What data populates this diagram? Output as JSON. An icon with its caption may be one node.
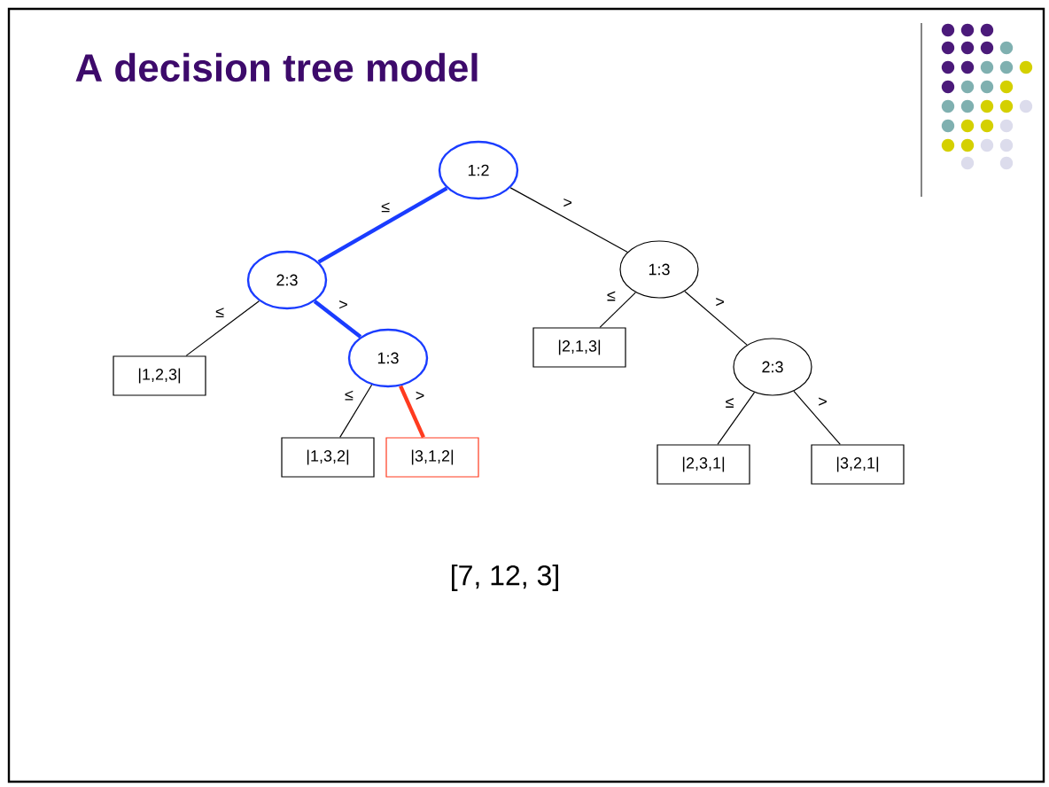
{
  "diagram": {
    "title": "A decision tree model",
    "nodes": [
      {
        "text": [
          "1:2"
        ]
      },
      {
        "text": [
          "2:3"
        ]
      },
      {
        "text": [
          "|1,2,3|"
        ]
      },
      {
        "text": [
          "1:3"
        ]
      },
      {
        "text": [
          "|1,3,2|"
        ]
      },
      {
        "text": [
          "|3,1,2|"
        ]
      },
      {
        "text": [
          "1:3"
        ]
      },
      {
        "text": [
          "|2,1,3|"
        ]
      },
      {
        "text": [
          "2:3"
        ]
      },
      {
        "text": [
          "|2,3,1|"
        ]
      },
      {
        "text": [
          "|3,2,1|"
        ]
      }
    ],
    "edges": [
      {
        "from": 0,
        "to": 1,
        "arrow": "none",
        "label": "≤",
        "style": "thick",
        "color": "#1a3cff"
      },
      {
        "from": 1,
        "to": 2,
        "arrow": "none",
        "label": "≤"
      },
      {
        "from": 1,
        "to": 3,
        "arrow": "none",
        "label": ">",
        "style": "thick",
        "color": "#1a3cff"
      },
      {
        "from": 3,
        "to": 4,
        "arrow": "none",
        "label": "≤"
      },
      {
        "from": 3,
        "to": 5,
        "arrow": "none",
        "label": ">",
        "style": "thick",
        "color": "#ff3b1f"
      },
      {
        "from": 0,
        "to": 6,
        "arrow": "none",
        "label": ">"
      },
      {
        "from": 6,
        "to": 7,
        "arrow": "none",
        "label": "≤"
      },
      {
        "from": 6,
        "to": 8,
        "arrow": "none",
        "label": ">"
      },
      {
        "from": 8,
        "to": 9,
        "arrow": "none",
        "label": "≤"
      },
      {
        "from": 8,
        "to": 10,
        "arrow": "none",
        "label": ">"
      }
    ],
    "labels": [
      "[7, 12, 3]"
    ]
  }
}
